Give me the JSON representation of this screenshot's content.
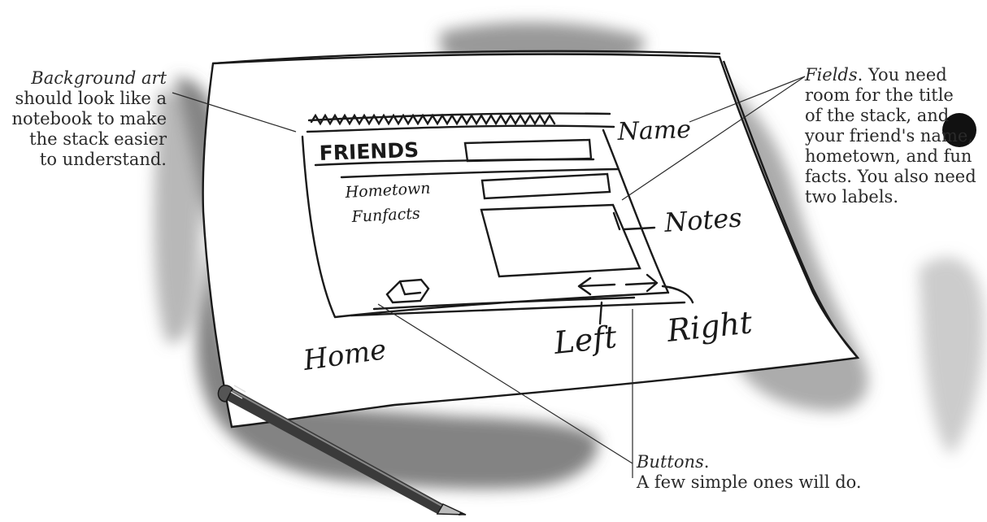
{
  "annotations": {
    "background_art": {
      "lead": "Background art",
      "lines": [
        "should look like a",
        "notebook to make",
        "the stack easier",
        "to understand."
      ]
    },
    "fields": {
      "lead": "Fields",
      "lead_suffix": ". You need",
      "lines": [
        "room for the title",
        "of the stack, and",
        "your friend's name,",
        "hometown, and fun",
        "facts. You also need",
        "two labels."
      ]
    },
    "buttons": {
      "lead": "Buttons",
      "lead_suffix": ".",
      "lines": [
        "A few simple ones will do."
      ]
    }
  },
  "sketch": {
    "title": "FRIENDS",
    "field_labels": [
      "Hometown",
      "Funfacts"
    ],
    "name_label": "Name",
    "notes_label": "Notes",
    "home_label": "Home",
    "left_label": "Left",
    "right_label": "Right"
  },
  "colors": {
    "ink": "#1a1a1a",
    "paper": "#ffffff",
    "wash": "#6e6e6e",
    "text": "#2a2a2a"
  }
}
